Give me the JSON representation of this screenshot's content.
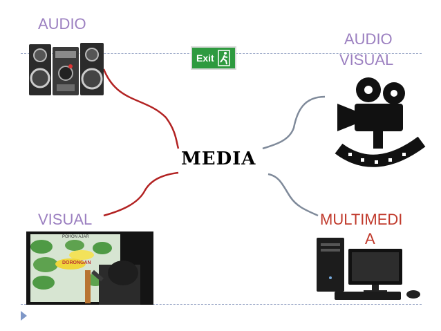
{
  "center_label": "MEDIA",
  "labels": {
    "audio": "AUDIO",
    "audio_visual_line1": "AUDIO",
    "audio_visual_line2": "VISUAL",
    "visual": "VISUAL",
    "multimedia_line1": "MULTIMEDI",
    "multimedia_line2": "A"
  },
  "exit_sign": {
    "text": "Exit"
  },
  "visual_photo": {
    "text_top": "POHON AJAR",
    "text_button": "DORONGAN"
  },
  "colors": {
    "lavender": "#9b7fc0",
    "red": "#c0392b",
    "connector_red": "#b22222",
    "connector_gray": "#7f8a9a",
    "exit_green": "#2e9a3f"
  }
}
